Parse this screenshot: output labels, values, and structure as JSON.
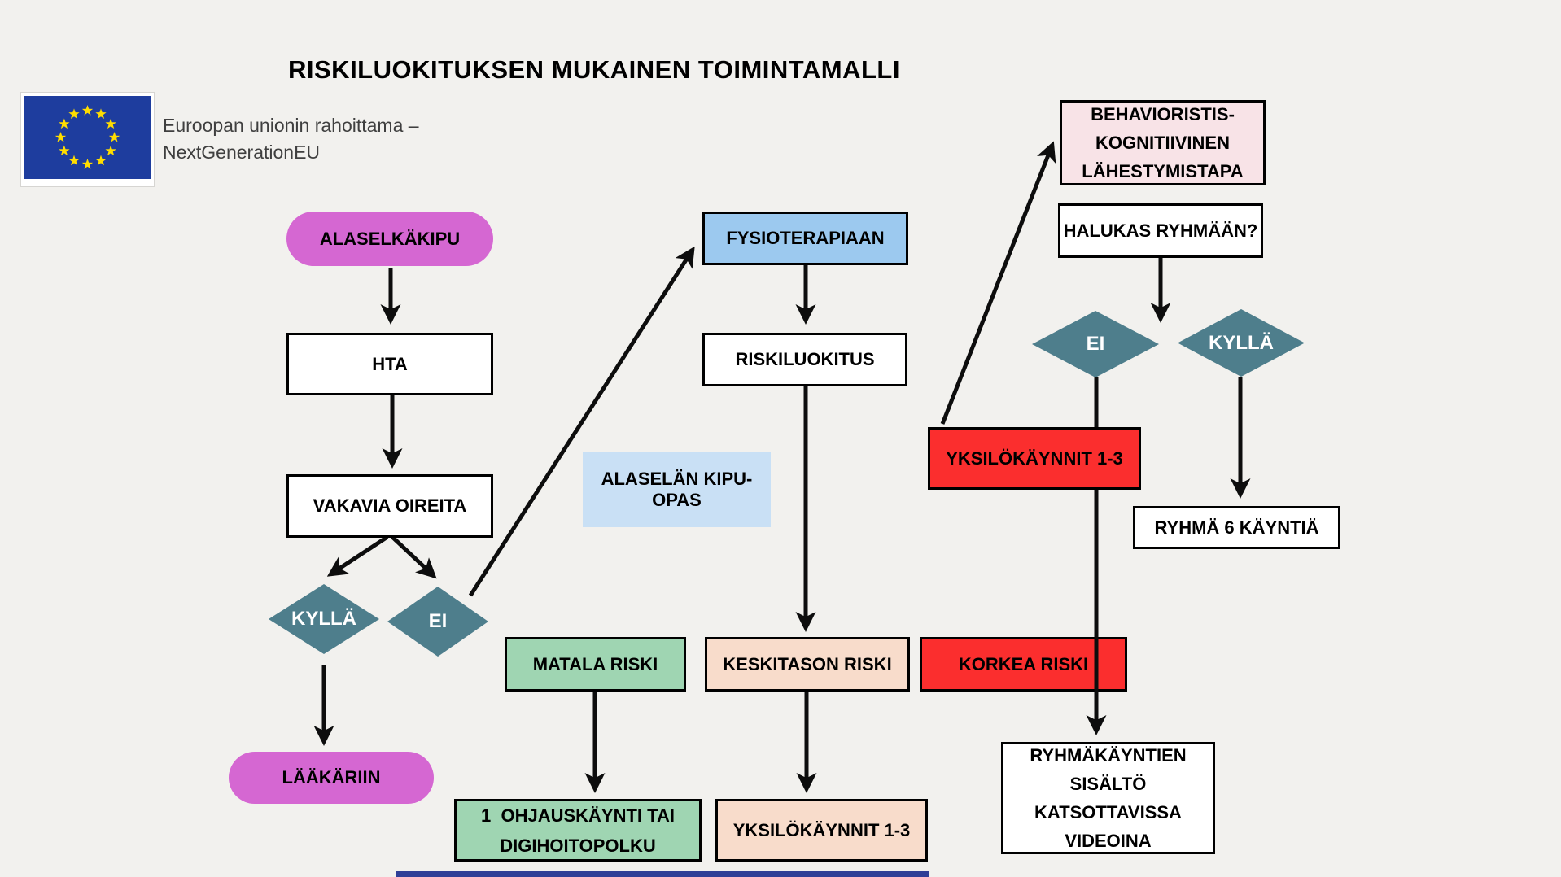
{
  "title": "RISKILUOKITUKSEN MUKAINEN TOIMINTAMALLI",
  "eu_funding": {
    "flag_alt": "eu-flag",
    "text": "Euroopan unionin rahoittama –\nNextGenerationEU"
  },
  "nodes": {
    "alaselkakipu": "ALASELKÄKIPU",
    "hta": "HTA",
    "vakavia_oireita": "VAKAVIA OIREITA",
    "kylla_left": "KYLLÄ",
    "ei_left": "EI",
    "laakariin": "LÄÄKÄRIIN",
    "fysioterapiaan": "FYSIOTERAPIAAN",
    "riskiluokitus": "RISKILUOKITUS",
    "alaselan_kipu_opas": "ALASELÄN KIPU- OPAS",
    "matala_riski": "MATALA RISKI",
    "keskitason_riski": "KESKITASON RISKI",
    "korkea_riski": "KORKEA RISKI",
    "ohjauskaynti": "1  OHJAUSKÄYNTI TAI\nDIGIHOITOPOLKU",
    "yksilokaynnit_keski": "YKSILÖKÄYNNIT 1-3",
    "behavioristis": "BEHAVIORISTIS-\nKOGNITIIVINEN\nLÄHESTYMISTAPA",
    "halukas_ryhmaan": "HALUKAS RYHMÄÄN?",
    "ei_right": "EI",
    "kylla_right": "KYLLÄ",
    "yksilokaynnit_korkea": "YKSILÖKÄYNNIT 1-3",
    "ryhma_6_kayntia": "RYHMÄ 6 KÄYNTIÄ",
    "ryhmakayntien_sisalto": "RYHMÄKÄYNTIEN\nSISÄLTÖ KATSOTTAVISSA\nVIDEOINA"
  },
  "colors": {
    "background": "#F2F1EE",
    "magenta": "#D567D2",
    "teal": "#4E7E8C",
    "light_blue": "#9CC9EF",
    "pale_blue": "#C9E0F5",
    "green": "#9FD5B2",
    "peach": "#F8DCCB",
    "red": "#FB2E2E",
    "pink": "#F8E3E7",
    "eu_blue": "#1E3D9E",
    "eu_star": "#FFDD00"
  }
}
